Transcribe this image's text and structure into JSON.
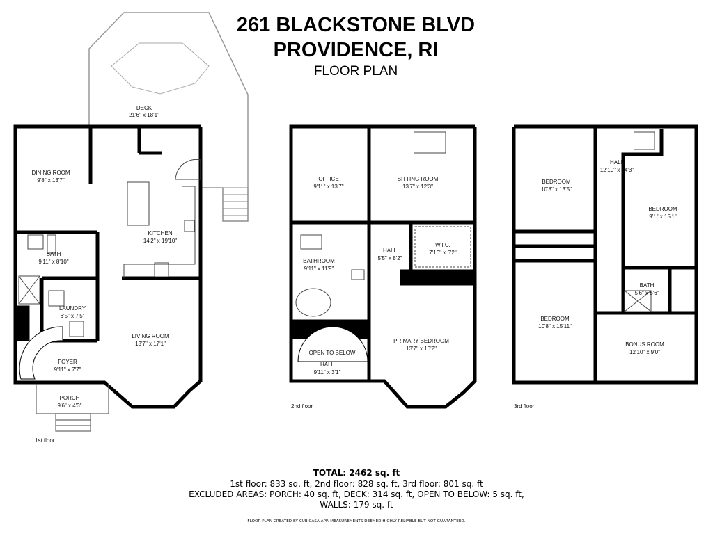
{
  "header": {
    "address": "261 BLACKSTONE BLVD",
    "city": "PROVIDENCE, RI",
    "subtitle": "FLOOR PLAN"
  },
  "floors": [
    {
      "label": "1st floor",
      "rooms": [
        {
          "name": "DECK",
          "size": "21'6\" x 18'1\""
        },
        {
          "name": "DINING ROOM",
          "size": "9'8\" x 13'7\""
        },
        {
          "name": "KITCHEN",
          "size": "14'2\" x 19'10\""
        },
        {
          "name": "BATH",
          "size": "9'11\" x 8'10\""
        },
        {
          "name": "LAUNDRY",
          "size": "6'5\" x 7'5\""
        },
        {
          "name": "LIVING ROOM",
          "size": "13'7\" x 17'1\""
        },
        {
          "name": "FOYER",
          "size": "9'11\" x 7'7\""
        },
        {
          "name": "PORCH",
          "size": "9'6\" x 4'3\""
        }
      ]
    },
    {
      "label": "2nd floor",
      "rooms": [
        {
          "name": "OFFICE",
          "size": "9'11\" x 13'7\""
        },
        {
          "name": "SITTING ROOM",
          "size": "13'7\" x 12'3\""
        },
        {
          "name": "HALL",
          "size": "5'5\" x 8'2\""
        },
        {
          "name": "W.I.C.",
          "size": "7'10\" x 6'2\""
        },
        {
          "name": "BATHROOM",
          "size": "9'11\" x 11'9\""
        },
        {
          "name": "PRIMARY BEDROOM",
          "size": "13'7\" x 16'2\""
        },
        {
          "name": "OPEN TO BELOW",
          "size": ""
        },
        {
          "name": "HALL",
          "size": "9'11\" x 3'1\""
        }
      ]
    },
    {
      "label": "3rd floor",
      "rooms": [
        {
          "name": "HALL",
          "size": "12'10\" x 24'3\""
        },
        {
          "name": "BEDROOM",
          "size": "10'8\" x 13'5\""
        },
        {
          "name": "BEDROOM",
          "size": "9'1\" x 15'1\""
        },
        {
          "name": "BATH",
          "size": "5'6\" x 5'6\""
        },
        {
          "name": "BEDROOM",
          "size": "10'8\" x 15'11\""
        },
        {
          "name": "BONUS ROOM",
          "size": "12'10\" x 9'0\""
        }
      ]
    }
  ],
  "summary": {
    "total": "TOTAL: 2462 sq. ft",
    "floors": "1st floor: 833 sq. ft, 2nd floor: 828 sq. ft, 3rd floor: 801 sq. ft",
    "excluded": "EXCLUDED AREAS: PORCH: 40 sq. ft, DECK: 314 sq. ft, OPEN TO BELOW: 5 sq. ft,",
    "walls": "WALLS: 179 sq. ft",
    "credit": "FLOOR PLAN CREATED BY CUBICASA APP. MEASUREMENTS DEEMED HIGHLY RELIABLE BUT NOT GUARANTEED."
  }
}
